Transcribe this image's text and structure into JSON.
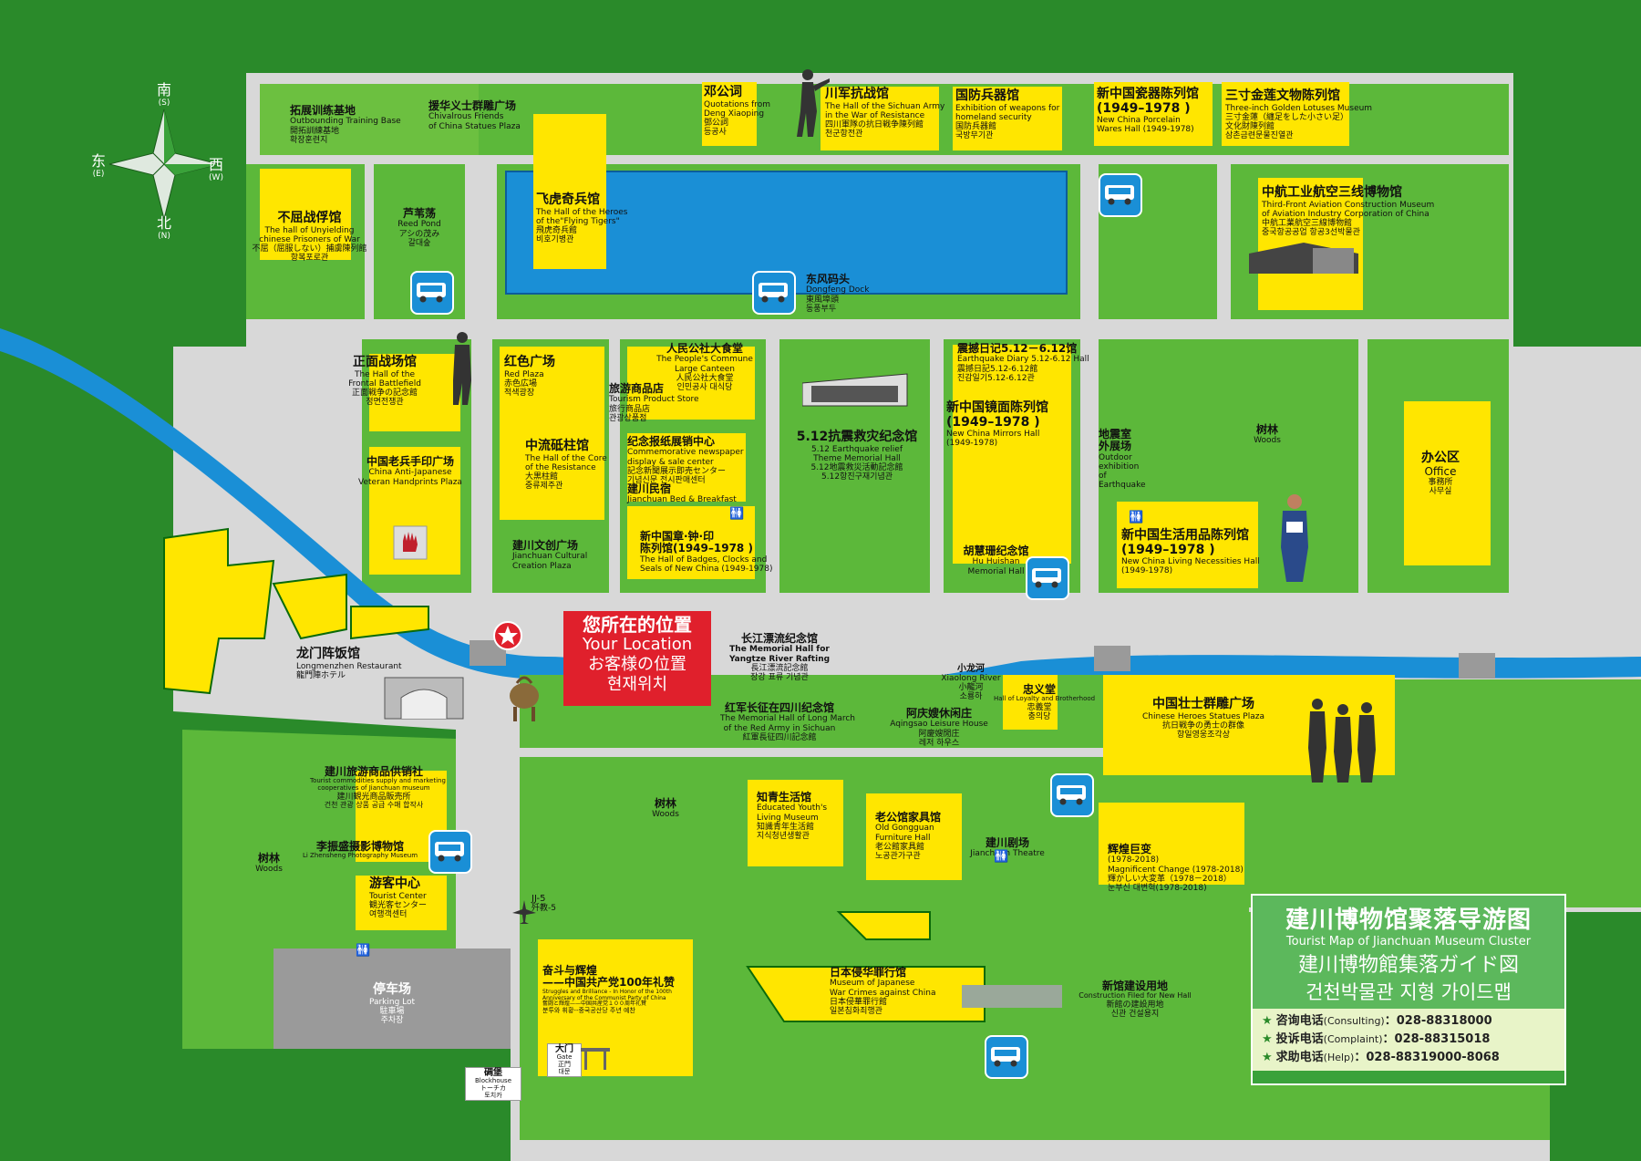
{
  "title": {
    "zh": "建川博物馆聚落导游图",
    "en": "Tourist Map of Jianchuan Museum Cluster",
    "ja": "建川博物館集落ガイド図",
    "ko": "건천박물관 지형 가이드맵"
  },
  "contacts": [
    {
      "label_zh": "咨询电话",
      "label_en": "(Consulting)",
      "number": "028-88318000"
    },
    {
      "label_zh": "投诉电话",
      "label_en": "(Complaint)",
      "number": "028-88315018"
    },
    {
      "label_zh": "求助电话",
      "label_en": "(Help)",
      "number": "028-88319000-8068"
    }
  ],
  "compass": {
    "north": {
      "zh": "北",
      "en": "(N)"
    },
    "south": {
      "zh": "南",
      "en": "(S)"
    },
    "east": {
      "zh": "东",
      "en": "(E)"
    },
    "west": {
      "zh": "西",
      "en": "(W)"
    }
  },
  "you_are_here": {
    "zh": "您所在的位置",
    "en": "Your Location",
    "ja": "お客様の位置",
    "ko": "현재위치"
  },
  "labels": {
    "tuozhan": {
      "zh": "拓展训练基地",
      "en": "Outbounding Training Base",
      "sub": "開拓訓練基地",
      "ko": "확장훈련지"
    },
    "yuanhua": {
      "zh": "援华义士群雕广场",
      "en": "Chivalrous Friends",
      "en2": "of China Statues Plaza"
    },
    "deng": {
      "zh": "邓公词",
      "en": "Quotations from",
      "en2": "Deng Xiaoping",
      "sub": "鄧公詞",
      "ko": "등공사"
    },
    "chuanjun": {
      "zh": "川军抗战馆",
      "en": "The Hall of the Sichuan Army",
      "en2": "in the War of Resistance",
      "sub": "四川軍隊の抗日戦争陳列館",
      "ko": "천군항전관"
    },
    "guofang": {
      "zh": "国防兵器馆",
      "en": "Exhibition of weapons for",
      "en2": "homeland security",
      "sub": "国防兵器館",
      "ko": "국방무기관"
    },
    "ciqi": {
      "zh": "新中国瓷器陈列馆",
      "zh2": "(1949–1978 )",
      "en": "New China Porcelain",
      "en2": "Wares Hall (1949-1978)"
    },
    "sancun": {
      "zh": "三寸金莲文物陈列馆",
      "en": "Three-inch Golden Lotuses Museum",
      "sub": "三寸金蓮（纏足をした小さい足）",
      "sub2": "文化財陳列館",
      "ko": "삼촌금련문물진열관"
    },
    "buqu": {
      "zh": "不屈战俘馆",
      "en": "The hall of Unyielding",
      "en2": "chinese Prisoners of War",
      "sub": "不屈（屈服しない）捕虜陳列館",
      "ko": "항복포로관"
    },
    "luwei": {
      "zh": "芦苇荡",
      "en": "Reed Pond",
      "sub": "アシの茂み",
      "ko": "갈대숲"
    },
    "feihu": {
      "zh": "飞虎奇兵馆",
      "en": "The Hall of the Heroes",
      "en2": "of the\"Flying Tigers\"",
      "sub": "飛虎奇兵館",
      "ko": "비호기병관"
    },
    "zhonghang": {
      "zh": "中航工业航空三线博物馆",
      "en": "Third-Front Aviation Construction Museum",
      "en2": "of Aviation Industry Corporation of China",
      "sub": "中航工業航空三線博物館",
      "ko": "중국항공공업 항공3선박물관"
    },
    "dongfeng": {
      "zh": "东风码头",
      "en": "Dongfeng Dock",
      "sub": "東風埠頭",
      "ko": "동풍부두"
    },
    "zhengmian": {
      "zh": "正面战场馆",
      "en": "The Hall of the",
      "en2": "Frontal Battlefield",
      "sub": "正面戦争の記念館",
      "ko": "정면전쟁관"
    },
    "hongse": {
      "zh": "红色广场",
      "en": "Red Plaza",
      "sub": "赤色広場",
      "ko": "적색광장"
    },
    "renmin": {
      "zh": "人民公社大食堂",
      "en": "The People's Commune",
      "en2": "Large Canteen",
      "sub": "人民公社大食堂",
      "ko": "인민공사 대식당"
    },
    "lvyou": {
      "zh": "旅游商品店",
      "en": "Tourism Product Store",
      "sub": "旅行商品店",
      "ko": "관광상품점"
    },
    "zhendong": {
      "zh": "震撼日记5.12－6.12馆",
      "en": "Earthquake Diary 5.12-6.12 Hall",
      "sub": "震撼日記5.12-6.12館",
      "ko": "진감일기5.12-6.12관"
    },
    "jingmian": {
      "zh": "新中国镜面陈列馆",
      "zh2": "(1949–1978 )",
      "en": "New China Mirrors  Hall",
      "en2": "(1949-1978)"
    },
    "dizhen": {
      "zh": "地震室外展场",
      "en": "Outdoor exhibition of Earthquake"
    },
    "kangzhen": {
      "zh": "5.12抗震救灾纪念馆",
      "en": "5.12 Earthquake relief",
      "en2": "Theme Memorial Hall",
      "sub": "5.12地震救災活動記念館",
      "ko": "5.12항진구재기념관"
    },
    "laobing": {
      "zh": "中国老兵手印广场",
      "en": "China Anti-Japanese",
      "en2": "Veteran Handprints Plaza"
    },
    "zhongliu": {
      "zh": "中流砥柱馆",
      "en": "The Hall of the Core",
      "en2": "of the Resistance",
      "sub": "大黒柱館",
      "ko": "중류제주관"
    },
    "jinian": {
      "zh": "纪念报纸展销中心",
      "en": "Commemorative newspaper",
      "en2": "display & sale center",
      "sub": "記念新聞展示即売センター",
      "ko": "기념신문 전시판매센터"
    },
    "mingsu": {
      "zh": "建川民宿",
      "en": "Jianchuan Bed & Breakfast"
    },
    "shuliu": {
      "zh": "树林",
      "en": "Woods"
    },
    "bangong": {
      "zh": "办公区",
      "en": "Office",
      "sub": "事務所",
      "ko": "사무실"
    },
    "shenghuo": {
      "zh": "新中国生活用品陈列馆",
      "zh2": "(1949–1978 )",
      "en": "New China Living Necessities Hall",
      "en2": "(1949-1978)"
    },
    "huhuishan": {
      "zh": "胡慧珊纪念馆",
      "en": "Hu Huishan",
      "en2": "Memorial Hall"
    },
    "wenchuang": {
      "zh": "建川文创广场",
      "en": "Jianchuan Cultural",
      "en2": "Creation Plaza"
    },
    "zhang": {
      "zh": "新中国章·钟·印",
      "zh2": "陈列馆(1949–1978 )",
      "en": "The  Hall of Badges, Clocks and",
      "en2": "Seals of New China (1949-1978)"
    },
    "longmen": {
      "zh": "龙门阵饭馆",
      "en": "Longmenzhen Restaurant",
      "sub": "龍門陣ホテル"
    },
    "changjiang": {
      "zh": "长江漂流纪念馆",
      "en": "The Memorial Hall for",
      "en2": "Yangtze River Rafting",
      "sub": "長江漂流記念館",
      "ko": "장강 표류 기념관"
    },
    "xiaolong": {
      "zh": "小龙河",
      "en": "Xiaolong River",
      "sub": "小龍河",
      "ko": "소룡하"
    },
    "zhongyi": {
      "zh": "忠义堂",
      "en": "Hall of Loyalty and Brotherhood",
      "sub": "忠義堂",
      "ko": "충의당"
    },
    "hongjun": {
      "zh": "红军长征在四川纪念馆",
      "en": "The Memorial Hall of Long March",
      "en2": "of the Red Army in Sichuan",
      "sub": "紅軍長征四川記念館"
    },
    "aqingsao": {
      "zh": "阿庆嫂休闲庄",
      "en": "Aqingsao Leisure House",
      "sub": "阿慶嫂閒庄",
      "ko": "레저 하우스"
    },
    "zhuangshi": {
      "zh": "中国壮士群雕广场",
      "en": "Chinese Heroes Statues Plaza",
      "sub": "抗日戦争の勇士の群像",
      "ko": "항일영웅조각상"
    },
    "gongxiao": {
      "zh": "建川旅游商品供销社",
      "en": "Tourist commodities supply and marketing",
      "en2": "cooperatives of Jianchuan museum",
      "sub": "建川観光商品販売所",
      "ko": "건천 관광 상품 공급 수매 합작사"
    },
    "zhiqing": {
      "zh": "知青生活馆",
      "en": "Educated Youth's",
      "en2": "Living Museum",
      "sub": "知識青年生活館",
      "ko": "지식청년생활관"
    },
    "laogong": {
      "zh": "老公馆家具馆",
      "en": "Old Gongguan",
      "en2": "Furniture Hall",
      "sub": "老公館家具館",
      "ko": "노공관가구관"
    },
    "juchang": {
      "zh": "建川剧场",
      "en": "Jianchuan Theatre"
    },
    "huihuang": {
      "zh": "辉煌巨变",
      "zh2": "(1978-2018)",
      "en": "Magnificent Change (1978-2018)",
      "sub": "輝かしい大変革（1978－2018）",
      "ko": "눈부신 대변혁(1978-2018)"
    },
    "lizhensheng": {
      "zh": "李振盛摄影博物馆",
      "en": "Li Zhensheng Photography Museum"
    },
    "woods_left": {
      "zh": "树林",
      "en": "Woods"
    },
    "woods_center": {
      "zh": "树林",
      "en": "Woods"
    },
    "youke": {
      "zh": "游客中心",
      "en": "Tourist Center",
      "sub": "観光客センター",
      "ko": "여행객센터"
    },
    "jj5": {
      "zh": "JJ-5",
      "sub": "歼教-5"
    },
    "tingche": {
      "zh": "停车场",
      "en": "Parking Lot",
      "sub": "駐車場",
      "ko": "주차장"
    },
    "fendou": {
      "zh": "奋斗与辉煌",
      "zh2": "——中国共产党100年礼赞",
      "en": "Struggles and Brilliance - In Honor of the 100th",
      "en2": "Anniversary of the Communist Party of China",
      "sub": "奮闘と輝煌——中国共産党１００周年礼賛",
      "ko": "분투와 휘황--중국공산당 주년 예찬"
    },
    "rinben": {
      "zh": "日本侵华罪行馆",
      "en": "Museum of Japanese",
      "en2": "War Crimes against China",
      "sub": "日本侵華罪行館",
      "ko": "일본침화죄행관"
    },
    "xinguan": {
      "zh": "新馆建设用地",
      "en": "Construction Filed for New Hall",
      "sub": "新館の建設用地",
      "ko": "신관 건설용지"
    },
    "damen": {
      "zh": "大门",
      "en": "Gate",
      "sub": "正門",
      "ko": "대문"
    },
    "diaobao": {
      "zh": "碉堡",
      "en": "Blockhouse",
      "sub": "トーチカ",
      "ko": "토치카"
    }
  },
  "colors": {
    "park": "#2a8a2a",
    "grass": "#5cb83a",
    "road": "#d8d8d8",
    "building": "#ffe600",
    "water": "#1a8fd6",
    "marker": "#e0202c"
  }
}
